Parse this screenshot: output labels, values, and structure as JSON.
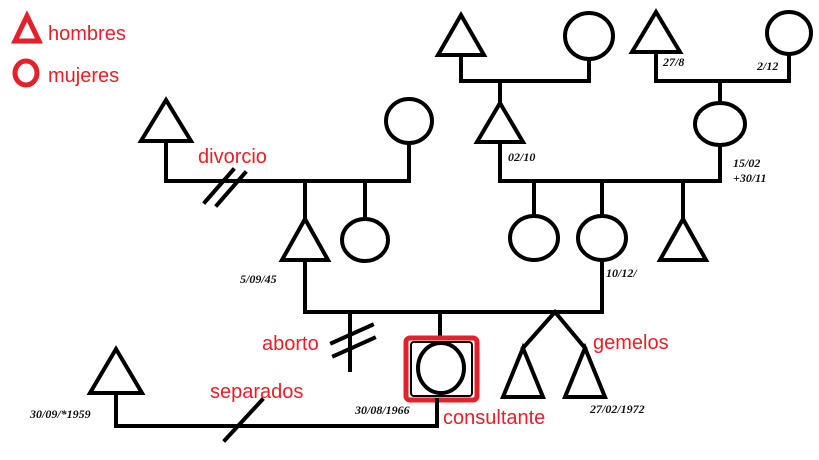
{
  "legend": {
    "male_label": "hombres",
    "female_label": "mujeres",
    "male_symbol": "triangle",
    "female_symbol": "circle"
  },
  "annotations": {
    "divorce": "divorcio",
    "abortion": "aborto",
    "separated": "separados",
    "twins": "gemelos",
    "proband": "consultante"
  },
  "dates": {
    "paternal_grandfather_father": "27/8",
    "paternal_grandmother_mother": "2/12",
    "maternal_grandfather": "02/10",
    "maternal_grandmother": "15/02",
    "maternal_grandmother_death": "+30/11",
    "father": "5/09/45",
    "mother": "10/12/",
    "partner": "30/09/*1959",
    "proband": "30/08/1966",
    "twins": "27/02/1972"
  },
  "colors": {
    "line": "#000000",
    "annotation": "#e5202a",
    "proband_box": "#e5202a"
  }
}
